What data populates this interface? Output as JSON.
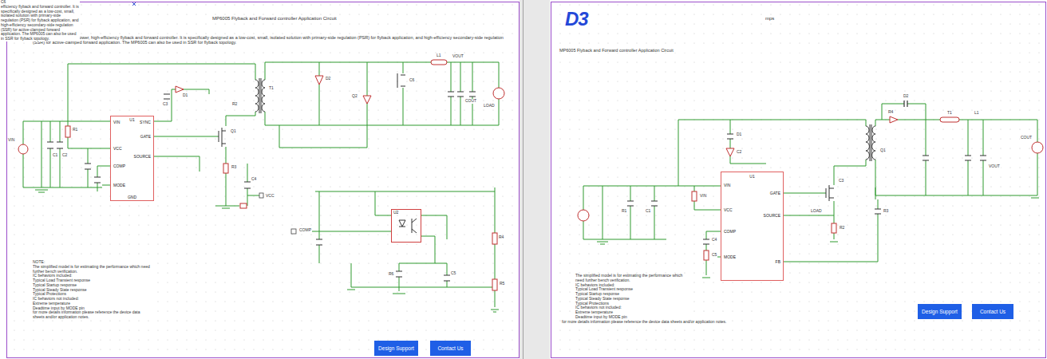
{
  "diagram": {
    "title": "MP6005 Flyback and Forward controller Application Circuit",
    "nodes": [
      {
        "text": [
          "U1",
          "VIN",
          "VCC",
          "COMP",
          "MODE",
          "SYNC",
          "GATE",
          "SOURCE",
          "GND"
        ]
      },
      {
        "text": [
          "U2"
        ]
      },
      {
        "text": [
          "Design Support"
        ]
      },
      {
        "text": [
          "Contact Us"
        ]
      },
      {
        "text": [
          "U1",
          "VIN",
          "VCC",
          "COMP",
          "MODE",
          "GATE",
          "SOURCE",
          "FB"
        ]
      },
      {
        "text": [
          "Design Support"
        ]
      },
      {
        "text": [
          "Contact Us"
        ]
      }
    ],
    "labels": [
      "mps",
      "The MP6005 is a high-power, high-efficiency flyback and forward controller. It is specifically designed as a low-cost, small, isolated solution with primary-side regulation (PSR) for flyback application, and high-efficiency secondary-side regulation (SSR) for active-clamped forward application. The MP6005 can also be used in SSR for flyback topology.",
      "NOTE:",
      "The simplified model is for estimating the performance which need further bench verification.",
      "IC behaviors included:",
      "Typical Load Transient response",
      "Typical Startup response",
      "Typical Steady State response",
      "Typical Protections",
      "IC behaviors not included:",
      "Extreme temperature",
      "Deadtime input by MODE pin",
      "for more details information please reference the device data sheets and/or application notes.",
      "VIN",
      "R1",
      "C1",
      "C2",
      "D1",
      "C3",
      "Q1",
      "T1",
      "D2",
      "L1",
      "VOUT",
      "COUT",
      "LOAD",
      "R2",
      "R3",
      "C4",
      "VCC",
      "COMP",
      "R4",
      "C5",
      "R5",
      "R6",
      "C6",
      "Q2",
      "D3",
      "mps",
      "MP6005 Flyback and Forward controller Application Circuit",
      "The MP6005 is a high-power, high-efficiency flyback and forward controller. It is specifically designed as a low-cost, small, isolated solution with primary-side regulation (PSR) for flyback application, and high-efficiency secondary-side regulation (SSR) for active-clamped forward application. The MP6005 can also be used in SSR for flyback topology.",
      "The simplified model is for estimating the performance which need further bench verification.",
      "IC behaviors included:",
      "Typical Load Transient response",
      "Typical Startup response",
      "Typical Steady State response",
      "Typical Protections",
      "IC behaviors not included:",
      "Extreme temperature",
      "Deadtime input by MODE pin",
      "for more details information please reference the device data sheets and/or application notes.",
      "VIN",
      "R1",
      "C1",
      "C2",
      "D1",
      "C3",
      "Q1",
      "T1",
      "L1",
      "VOUT",
      "COUT",
      "LOAD",
      "R2",
      "R3",
      "C4",
      "C5",
      "R4",
      "D2",
      "C6"
    ]
  }
}
